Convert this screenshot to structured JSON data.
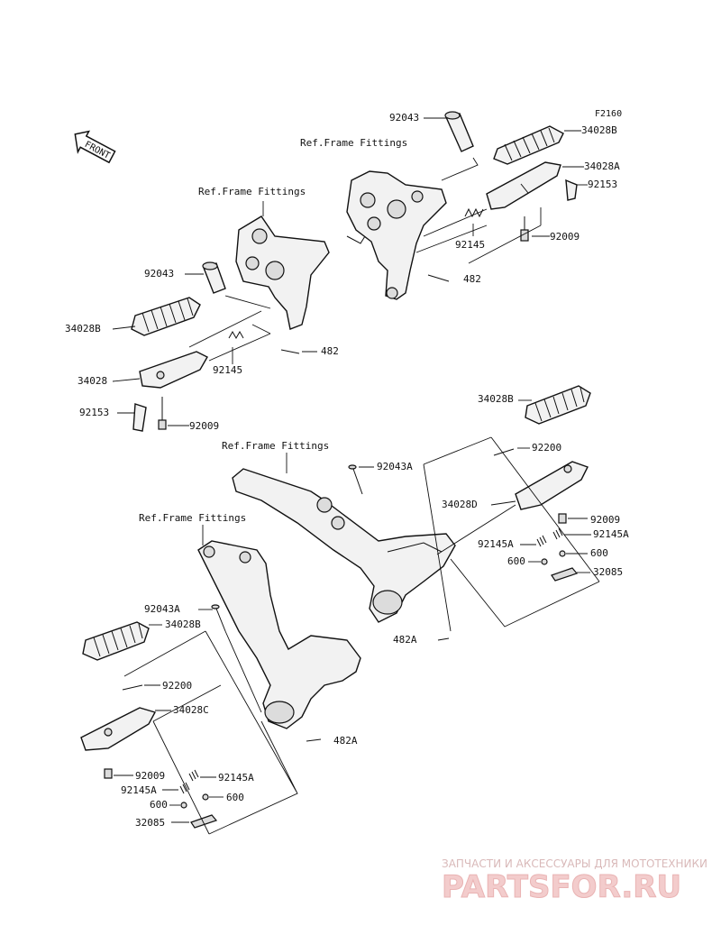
{
  "diagram_code": "F2160",
  "front_arrow_label": "FRONT",
  "ref_frame_label": "Ref.Frame Fittings",
  "parts": {
    "p92043": "92043",
    "p92043A": "92043A",
    "p34028": "34028",
    "p34028A": "34028A",
    "p34028B": "34028B",
    "p34028C": "34028C",
    "p34028D": "34028D",
    "p92153": "92153",
    "p92009": "92009",
    "p92145": "92145",
    "p92145A": "92145A",
    "p482": "482",
    "p482A": "482A",
    "p92200": "92200",
    "p600": "600",
    "p32085": "32085"
  },
  "watermark": {
    "tagline": "ЗАПЧАСТИ И АКСЕССУАРЫ ДЛЯ МОТОТЕХНИКИ",
    "brand": "PARTSFOR.RU"
  }
}
